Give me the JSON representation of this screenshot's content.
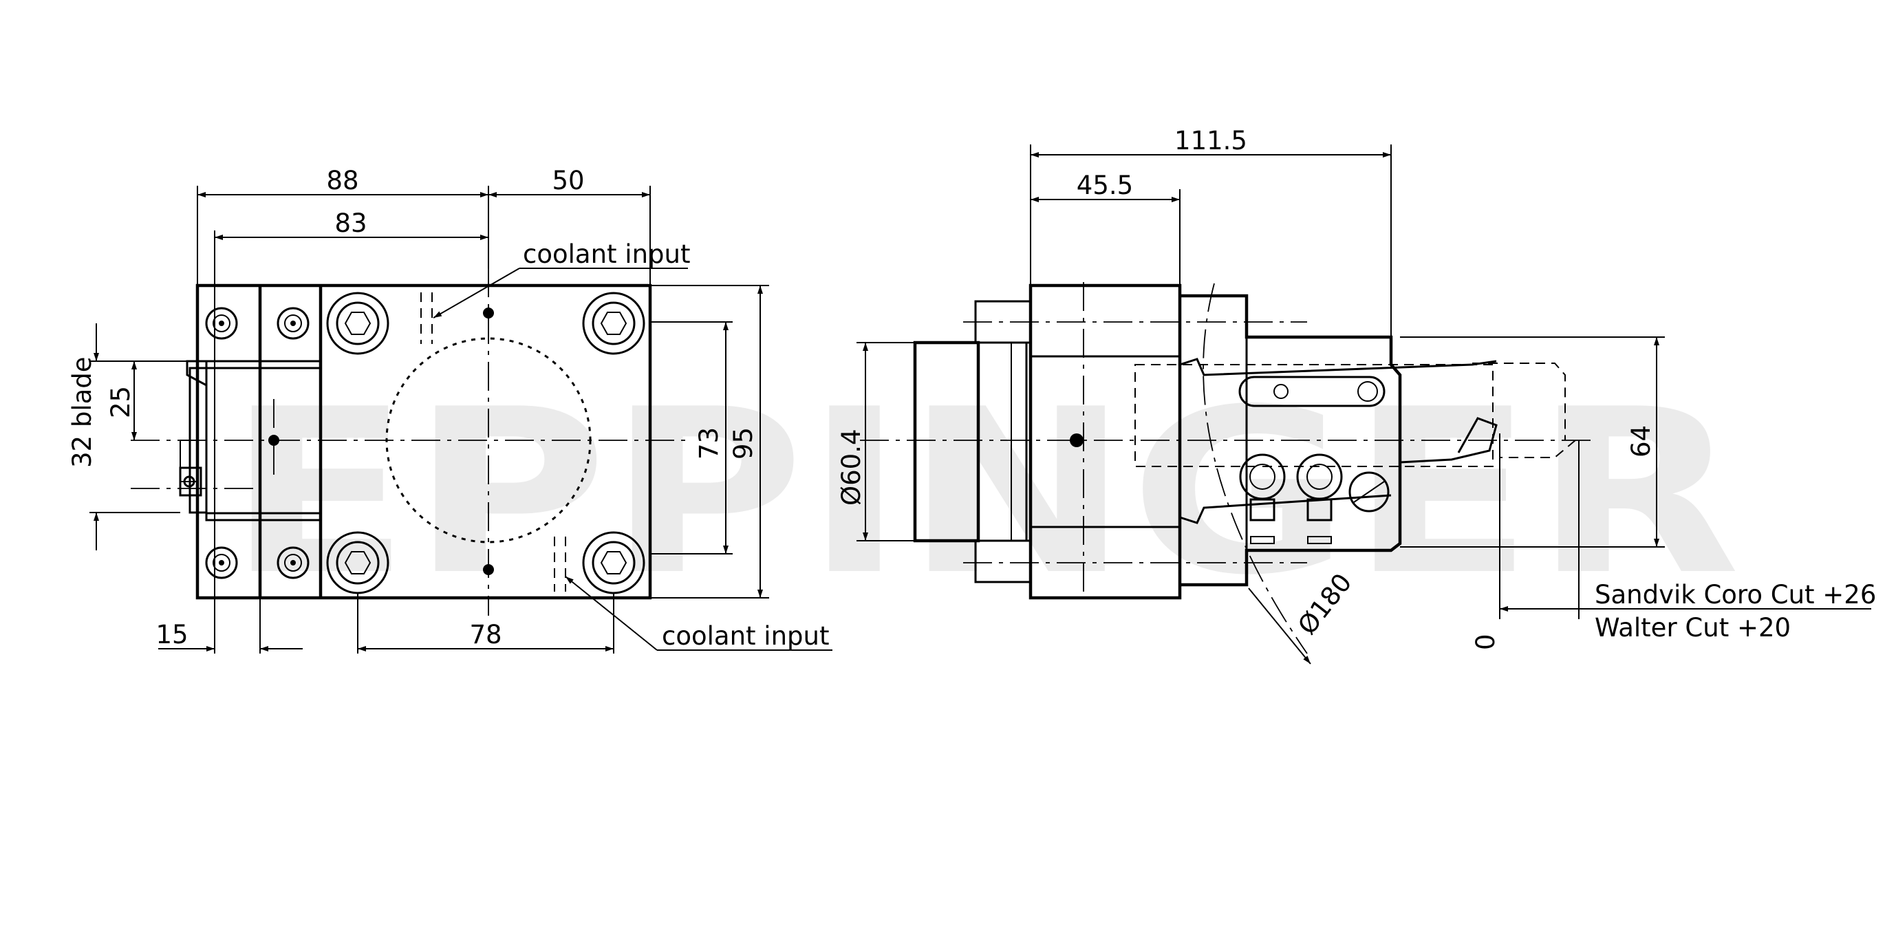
{
  "watermark": "EPPINGER",
  "front_view": {
    "dimensions": {
      "width_88": "88",
      "offset_50": "50",
      "width_83": "83",
      "blade_32": "32 blade",
      "blade_25": "25",
      "height_73": "73",
      "height_95": "95",
      "offset_15": "15",
      "bolt_78": "78"
    },
    "labels": {
      "coolant_top": "coolant input",
      "coolant_bottom": "coolant input"
    }
  },
  "side_view": {
    "dimensions": {
      "length_111_5": "111.5",
      "length_45_5": "45.5",
      "diameter_60_4": "Ø60.4",
      "height_64": "64",
      "radius_180": "Ø180",
      "zero": "0"
    },
    "labels": {
      "sandvik": "Sandvik Coro Cut +26",
      "walter": "Walter Cut +20"
    }
  }
}
